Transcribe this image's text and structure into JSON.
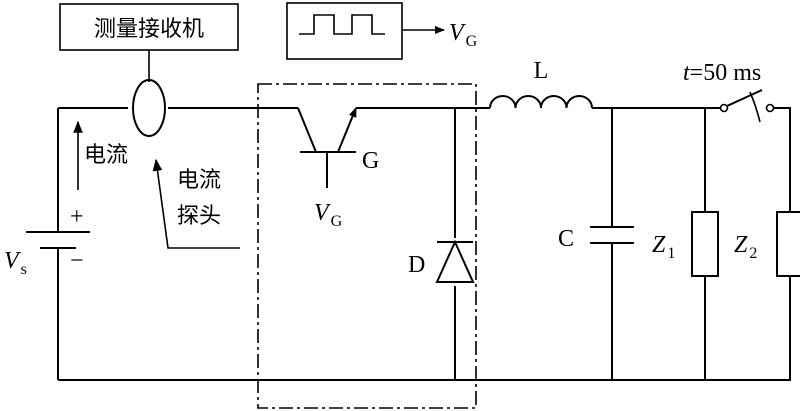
{
  "receiver": {
    "label": "测量接收机"
  },
  "probe_label_lines": [
    "电流",
    "探头"
  ],
  "current_label": "电流",
  "battery": {
    "plus": "+",
    "minus": "−",
    "symbol": "V",
    "subscript": "s"
  },
  "pulse_output": {
    "symbol": "V",
    "subscript": "G"
  },
  "transistor": {
    "gate_label": "G",
    "gate_drive_symbol": "V",
    "gate_drive_subscript": "G"
  },
  "inductor": {
    "label": "L"
  },
  "capacitor": {
    "label": "C"
  },
  "diode": {
    "label": "D"
  },
  "load1": {
    "symbol": "Z",
    "subscript": "1"
  },
  "load2": {
    "symbol": "Z",
    "subscript": "2"
  },
  "switch": {
    "t_symbol": "t",
    "condition": "=50 ms"
  }
}
